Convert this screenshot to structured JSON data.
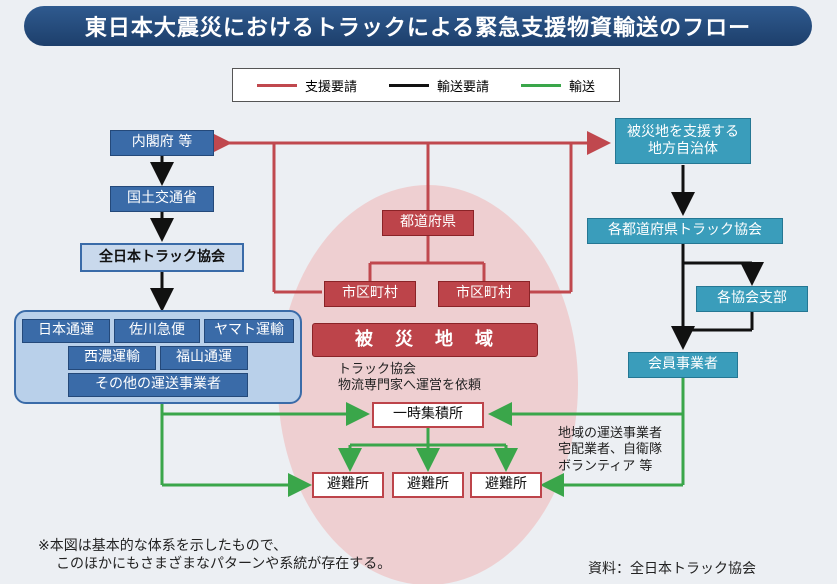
{
  "title": "東日本大震災におけるトラックによる緊急支援物資輸送のフロー",
  "legend": [
    {
      "label": "支援要請",
      "color": "#c0484e"
    },
    {
      "label": "輸送要請",
      "color": "#111111"
    },
    {
      "label": "輸送",
      "color": "#3aa64a"
    }
  ],
  "left": {
    "cabinet": "内閣府 等",
    "mlit": "国土交通省",
    "jta": "全日本トラック協会",
    "carriers": [
      "日本通運",
      "佐川急便",
      "ヤマト運輸",
      "西濃運輸",
      "福山通運",
      "その他の運送事業者"
    ]
  },
  "center": {
    "prefecture": "都道府県",
    "municipality_1": "市区町村",
    "municipality_2": "市区町村",
    "disaster_area": "被　災　地　域",
    "note_line1": "トラック協会",
    "note_line2": "物流専門家へ運営を依頼",
    "collection_point": "一時集積所",
    "shelters": [
      "避難所",
      "避難所",
      "避難所"
    ]
  },
  "right": {
    "support_gov_line1": "被災地を支援する",
    "support_gov_line2": "地方自治体",
    "pref_truck_assoc": "各都道府県トラック協会",
    "branch": "各協会支部",
    "members": "会員事業者",
    "note_lines": [
      "地域の運送事業者",
      "宅配業者、自衛隊",
      "ボランティア 等"
    ]
  },
  "footnote_line1": "※本図は基本的な体系を示したもので、",
  "footnote_line2": "このほかにもさまざまなパターンや系統が存在する。",
  "source": "資料：全日本トラック協会"
}
